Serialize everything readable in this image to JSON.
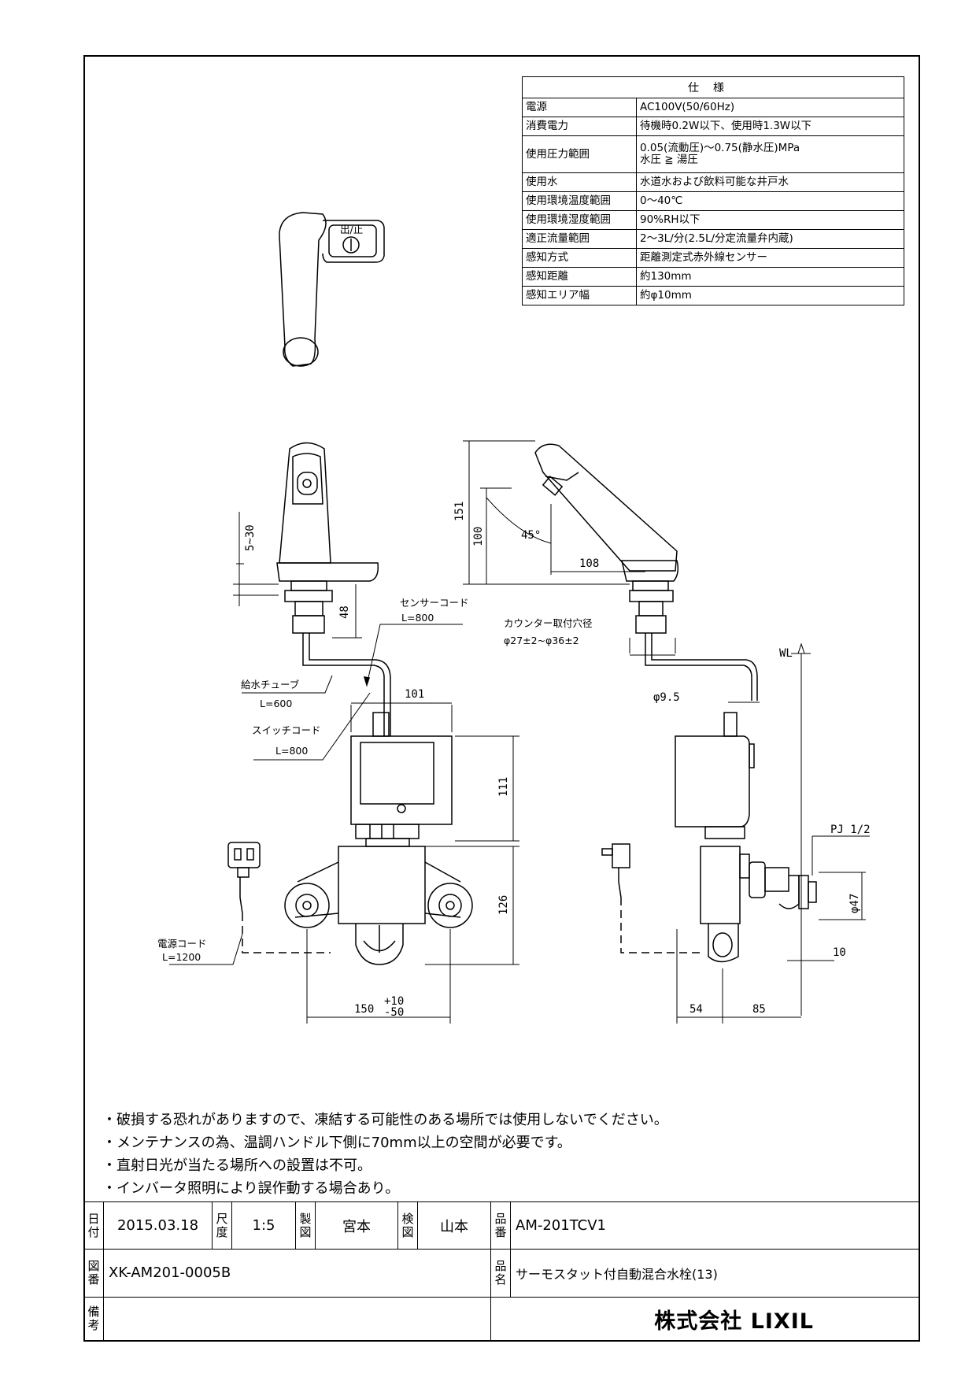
{
  "spec": {
    "header": "仕様",
    "rows": [
      {
        "key": "電源",
        "lines": [
          "AC100V(50/60Hz)"
        ]
      },
      {
        "key": "消費電力",
        "lines": [
          "待機時0.2W以下、使用時1.3W以下"
        ]
      },
      {
        "key": "使用圧力範囲",
        "lines": [
          "0.05(流動圧)～0.75(静水圧)MPa",
          "水圧 ≧ 湯圧"
        ]
      },
      {
        "key": "使用水",
        "lines": [
          "水道水および飲料可能な井戸水"
        ]
      },
      {
        "key": "使用環境温度範囲",
        "lines": [
          "0～40℃"
        ]
      },
      {
        "key": "使用環境湿度範囲",
        "lines": [
          "90%RH以下"
        ]
      },
      {
        "key": "適正流量範囲",
        "lines": [
          "2～3L/分(2.5L/分定流量弁内蔵)"
        ]
      },
      {
        "key": "感知方式",
        "lines": [
          "距離測定式赤外線センサー"
        ]
      },
      {
        "key": "感知距離",
        "lines": [
          "約130mm"
        ]
      },
      {
        "key": "感知エリア幅",
        "lines": [
          "約φ10mm"
        ]
      }
    ]
  },
  "drawing": {
    "top_label": "出/止",
    "dims": {
      "d5_30": "5~30",
      "d48": "48",
      "d101": "101",
      "d111": "111",
      "d126": "126",
      "d150": "150",
      "d150_tol_plus": "+10",
      "d150_tol_minus": "-50",
      "d151": "151",
      "d100": "100",
      "d45": "45°",
      "d108": "108",
      "d9_5": "φ9.5",
      "wl": "WL",
      "pj": "PJ 1/2",
      "d47": "φ47",
      "d10": "10",
      "d54": "54",
      "d85": "85"
    },
    "labels": {
      "sensor_cord": "センサーコード",
      "sensor_cord_len": "L=800",
      "water_tube": "給水チューブ",
      "water_tube_len": "L=600",
      "switch_cord": "スイッチコード",
      "switch_cord_len": "L=800",
      "power_cord": "電源コード",
      "power_cord_len": "L=1200",
      "counter_hole": "カウンター取付穴径",
      "counter_hole_val": "φ27±2~φ36±2"
    }
  },
  "notes": [
    "・破損する恐れがありますので、凍結する可能性のある場所では使用しないでください。",
    "・メンテナンスの為、温調ハンドル下側に70mm以上の空間が必要です。",
    "・直射日光が当たる場所への設置は不可。",
    "・インバータ照明により誤作動する場合あり。"
  ],
  "title_block": {
    "date_label": "日付",
    "date": "2015.03.18",
    "scale_label": "尺度",
    "scale": "1:5",
    "drawn_label": "製図",
    "drawn": "宮本",
    "checked_label": "検図",
    "checked": "山本",
    "part_no_label": "品番",
    "part_no": "AM-201TCV1",
    "drawing_no_label": "図番",
    "drawing_no": "XK-AM201-0005B",
    "product_name_label": "品名",
    "product_name": "サーモスタット付自動混合水栓(13)",
    "remarks_label": "備考",
    "company": "株式会社 LIXIL"
  }
}
